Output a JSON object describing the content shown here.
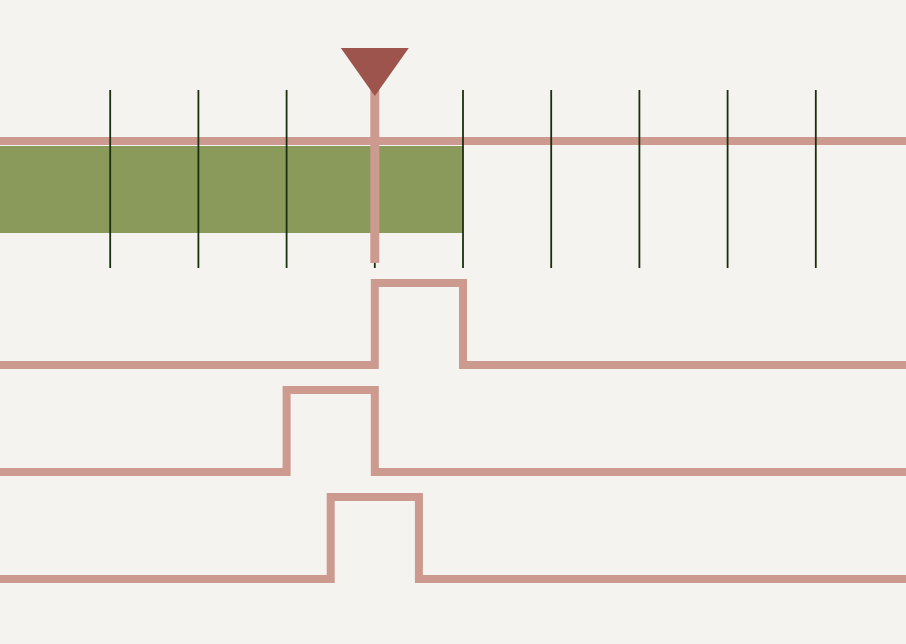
{
  "colors": {
    "background": "#f4f3ef",
    "trace": "#cc9a8e",
    "highlight": "#8a9a5b",
    "tick": "#1d2e10",
    "playhead": "#9c544d"
  },
  "clock": {
    "tick_count": 9,
    "highlighted_ticks": 5
  },
  "signals": [
    {
      "pulse_start_tick": 4,
      "pulse_end_tick": 5
    },
    {
      "pulse_start_tick": 3,
      "pulse_end_tick": 4
    },
    {
      "pulse_start_tick": 3.5,
      "pulse_end_tick": 4.5
    }
  ],
  "playhead": {
    "tick": 4
  }
}
